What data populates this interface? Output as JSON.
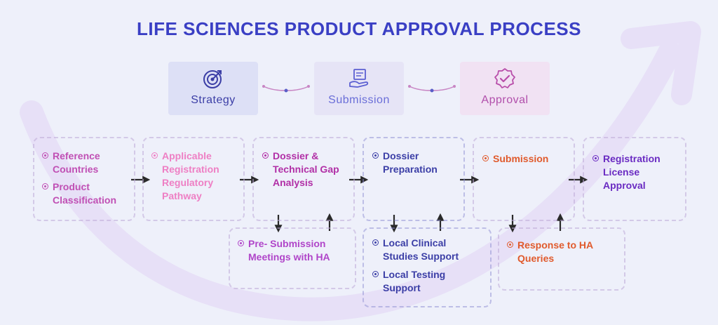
{
  "title": "LIFE SCIENCES PRODUCT APPROVAL PROCESS",
  "phases": [
    {
      "label": "Strategy",
      "icon": "target-icon"
    },
    {
      "label": "Submission",
      "icon": "document-hand-icon"
    },
    {
      "label": "Approval",
      "icon": "approval-badge-icon"
    }
  ],
  "steps": {
    "s1_item1": "Reference\nCountries",
    "s1_item2": "Product\nClassification",
    "s2_item1": "Applicable\nRegistration\nRegulatory\nPathway",
    "s3_item1": "Dossier &\nTechnical Gap\nAnalysis",
    "s3_sub": "Pre- Submission\nMeetings with HA",
    "s4_item1": "Dossier\nPreparation",
    "s4_sub1": "Local Clinical\nStudies Support",
    "s4_sub2": "Local Testing\nSupport",
    "s5_item1": "Submission",
    "s5_sub": "Response to HA\nQueries",
    "s6_item1": "Registration\nLicense\nApproval"
  },
  "colors": {
    "title": "#3a3fc4",
    "strategy_bg": "#dde0f6",
    "submission_bg": "#e6e4f6",
    "approval_bg": "#f1e2f3",
    "strategy_text": "#3b3ea6",
    "submission_text": "#6a6ed8",
    "approval_text": "#b14fab",
    "step_pink": "#c04fb4",
    "step_light_pink": "#ee7fc4",
    "step_navy": "#3b3ea6",
    "step_orange": "#e05a2c",
    "step_purple": "#6a2bc2"
  }
}
